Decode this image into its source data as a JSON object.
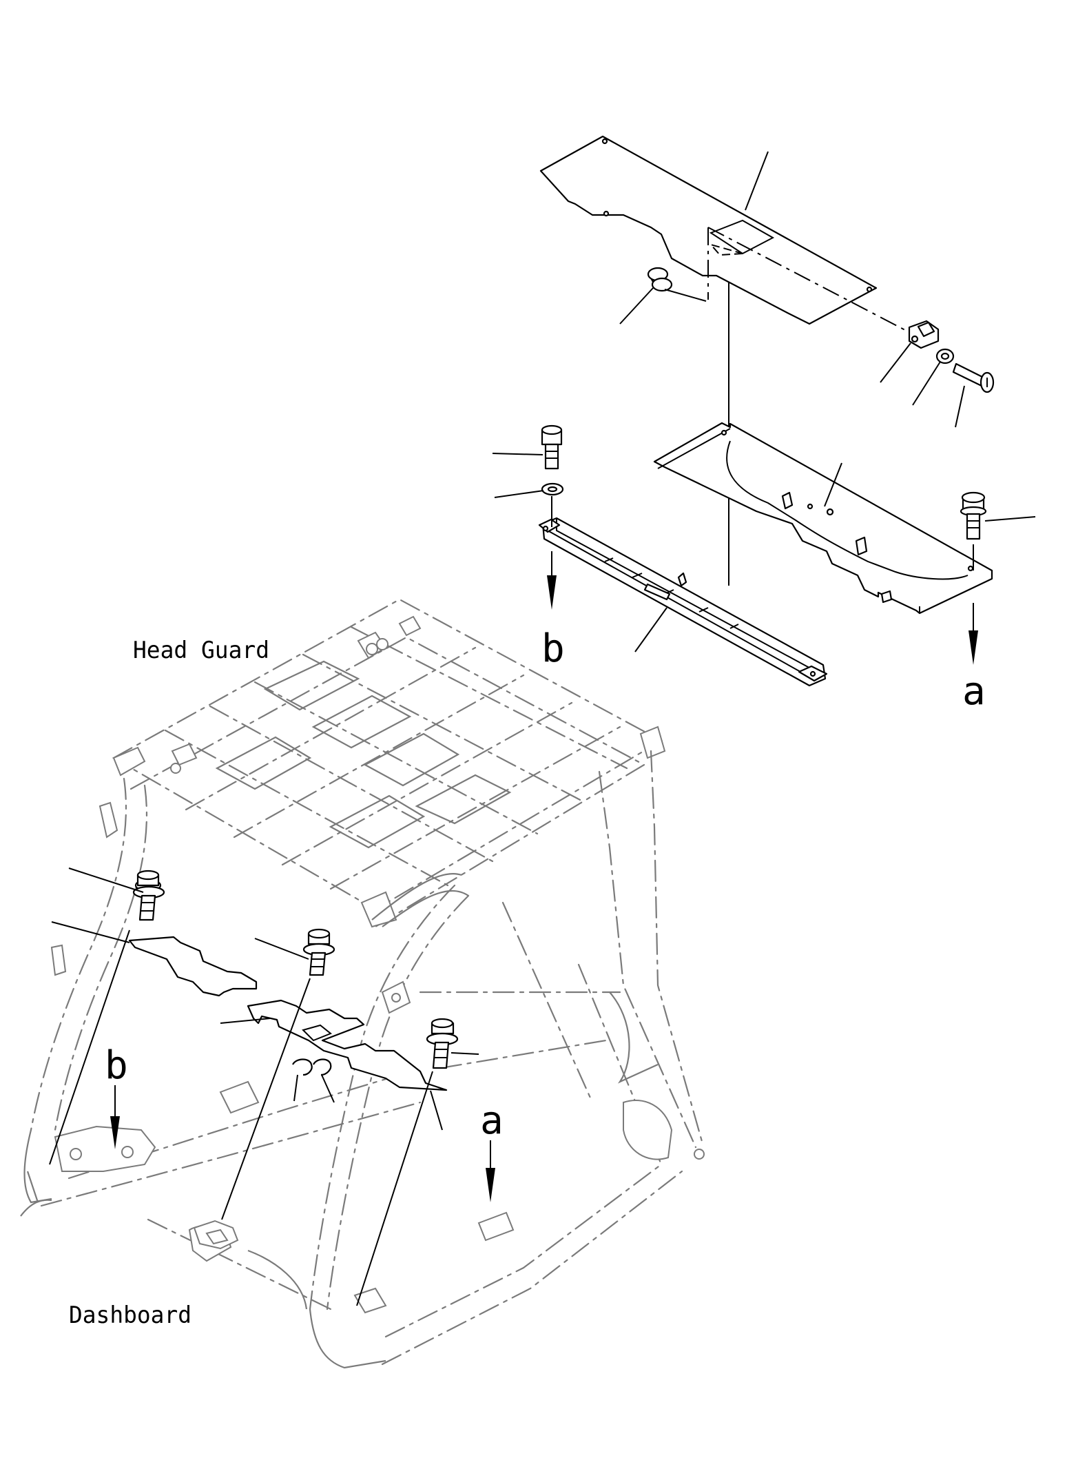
{
  "labels": {
    "head_guard": "Head Guard",
    "dashboard": "Dashboard",
    "ref_a_top": "a",
    "ref_b_top": "b",
    "ref_a_bottom": "a",
    "ref_b_bottom": "b"
  },
  "colors": {
    "line": "#000000",
    "ghost": "#7a7a7a",
    "background": "#ffffff"
  }
}
